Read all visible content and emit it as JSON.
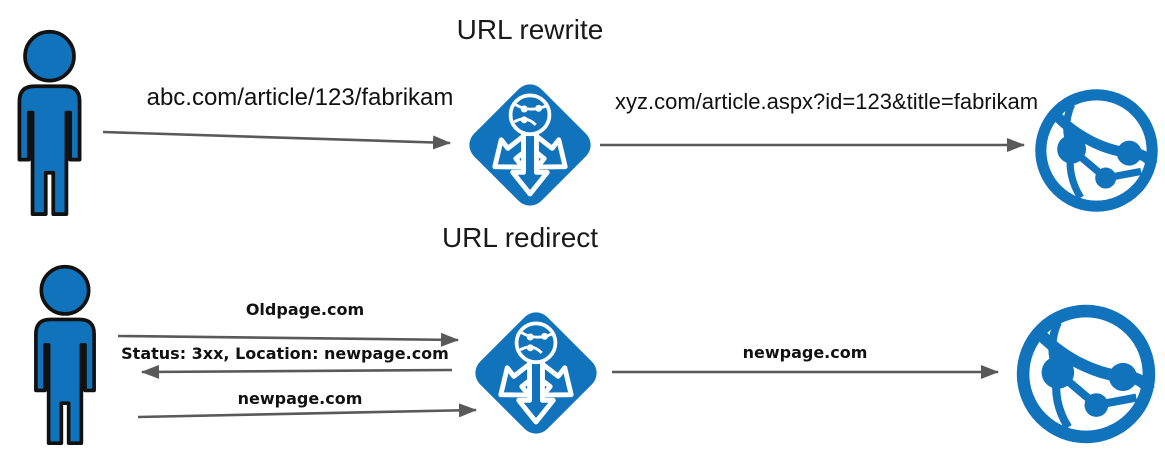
{
  "colors": {
    "azure_blue": "#1173bc",
    "arrow_gray": "#595959",
    "text_black": "#1a1a1a"
  },
  "rewrite": {
    "title": "URL rewrite",
    "request_label": "abc.com/article/123/fabrikam",
    "rewritten_label": "xyz.com/article.aspx?id=123&title=fabrikam"
  },
  "redirect": {
    "title": "URL redirect",
    "request_label": "Oldpage.com",
    "response_label": "Status: 3xx, Location: newpage.com",
    "followup_label": "newpage.com",
    "forward_label": "newpage.com"
  },
  "icons": {
    "client": "person-icon",
    "gateway": "application-gateway-icon",
    "server": "app-service-globe-icon"
  }
}
